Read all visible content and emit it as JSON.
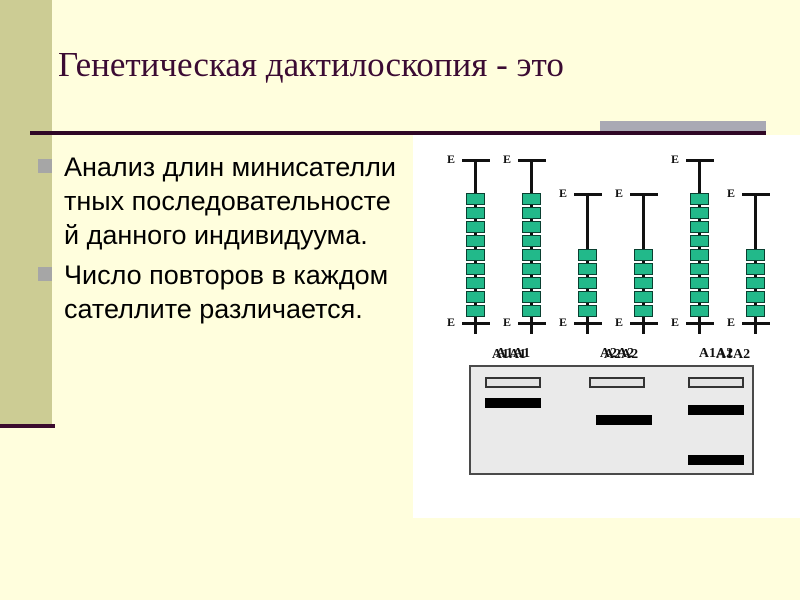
{
  "slide": {
    "title": "Генетическая дактилоскопия - это",
    "background_color": "#FFFEDD",
    "side_band_color": "#CCCC94",
    "rule_color": "#2F0726",
    "title_color": "#3B0B33",
    "tab_color": "#A9A9B4"
  },
  "bullets": [
    {
      "marker": "square-bullet",
      "text": "Анализ длин минисателлитных последовательностей данного индивидуума."
    },
    {
      "marker": "square-bullet",
      "text": "Число повторов в каждом сателлите различается."
    }
  ],
  "figure": {
    "repeat_color": "#22B98A",
    "repeat_outline_color": "#0A3F30",
    "line_color": "#111111",
    "genotypes": [
      {
        "label": "A1A1",
        "chromosomes": [
          {
            "allele": "A1",
            "repeats": 9,
            "top_site": "E",
            "bottom_site": "E"
          },
          {
            "allele": "A1",
            "repeats": 9,
            "top_site": "E",
            "bottom_site": "E"
          }
        ]
      },
      {
        "label": "A2A2",
        "chromosomes": [
          {
            "allele": "A2",
            "repeats": 5,
            "top_site": "E",
            "bottom_site": "E"
          },
          {
            "allele": "A2",
            "repeats": 5,
            "top_site": "E",
            "bottom_site": "E"
          }
        ]
      },
      {
        "label": "A1A2",
        "chromosomes": [
          {
            "allele": "A1",
            "repeats": 9,
            "top_site": "E",
            "bottom_site": "E"
          },
          {
            "allele": "A2",
            "repeats": 5,
            "top_site": "E",
            "bottom_site": "E"
          }
        ]
      }
    ],
    "gel": {
      "background_color": "#EAEAEA",
      "border_color": "#4A4A4A",
      "band_color": "#000000",
      "lanes": [
        {
          "label": "A1A1",
          "well": true,
          "bands": [
            {
              "name": "A1",
              "position_pct": 22,
              "width": 56
            }
          ]
        },
        {
          "label": "A2A2",
          "well": true,
          "bands": [
            {
              "name": "A2",
              "position_pct": 43,
              "width": 56
            }
          ]
        },
        {
          "label": "A1A2",
          "well": true,
          "bands": [
            {
              "name": "A1",
              "position_pct": 30,
              "width": 56
            },
            {
              "name": "A2",
              "position_pct": 77,
              "width": 56
            }
          ]
        }
      ]
    }
  }
}
